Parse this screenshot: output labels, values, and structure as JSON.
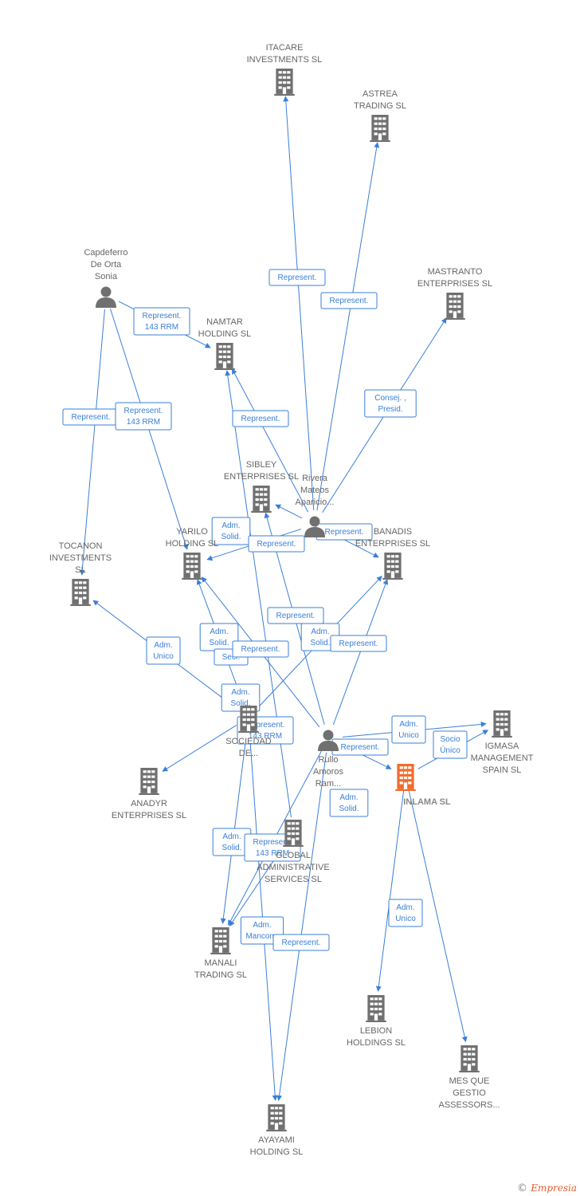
{
  "colors": {
    "edge": "#3a7fd8",
    "company": "#707070",
    "company_main": "#f26c2c",
    "person": "#707070",
    "label": "#666666"
  },
  "nodes": [
    {
      "id": "itacare",
      "type": "company",
      "label": [
        "ITACARE",
        "INVESTMENTS SL"
      ]
    },
    {
      "id": "astrea",
      "type": "company",
      "label": [
        "ASTREA",
        "TRADING SL"
      ]
    },
    {
      "id": "mastranto",
      "type": "company",
      "label": [
        "MASTRANTO",
        "ENTERPRISES SL"
      ]
    },
    {
      "id": "capdeferro",
      "type": "person",
      "label": [
        "Capdeferro",
        "De Orta",
        "Sonia"
      ]
    },
    {
      "id": "namtar",
      "type": "company",
      "label": [
        "NAMTAR",
        "HOLDING SL"
      ]
    },
    {
      "id": "rivera",
      "type": "person",
      "label": [
        "Rivera",
        "Mateos",
        "Aparicio..."
      ]
    },
    {
      "id": "sibley",
      "type": "company",
      "label": [
        "SIBLEY",
        "ENTERPRISES SL"
      ]
    },
    {
      "id": "yarilo",
      "type": "company",
      "label": [
        "YARILO",
        "HOLDING SL"
      ]
    },
    {
      "id": "banadis",
      "type": "company",
      "label": [
        "BANADIS",
        "ENTERPRISES SL"
      ]
    },
    {
      "id": "tocanon",
      "type": "company",
      "label": [
        "TOCANON",
        "INVESTMENTS",
        "SL"
      ]
    },
    {
      "id": "sociedad",
      "type": "company",
      "label": [
        "SOCIEDAD",
        "DE..."
      ]
    },
    {
      "id": "igmasa",
      "type": "company",
      "label": [
        "IGMASA",
        "MANAGEMENT",
        "SPAIN SL"
      ]
    },
    {
      "id": "rullo",
      "type": "person",
      "label": [
        "Rullo",
        "Amoros",
        "Ram..."
      ]
    },
    {
      "id": "inlama",
      "type": "main",
      "label": [
        "INLAMA  SL"
      ]
    },
    {
      "id": "anadyr",
      "type": "company",
      "label": [
        "ANADYR",
        "ENTERPRISES SL"
      ]
    },
    {
      "id": "global",
      "type": "company",
      "label": [
        "GLOBAL",
        "ADMINISTRATIVE",
        "SERVICES  SL"
      ]
    },
    {
      "id": "manali",
      "type": "company",
      "label": [
        "MANALI",
        "TRADING SL"
      ]
    },
    {
      "id": "lebion",
      "type": "company",
      "label": [
        "LEBION",
        "HOLDINGS SL"
      ]
    },
    {
      "id": "mesque",
      "type": "company",
      "label": [
        "MES QUE",
        "GESTIO",
        "ASSESSORS..."
      ]
    },
    {
      "id": "ayayami",
      "type": "company",
      "label": [
        "AYAYAMI",
        "HOLDING SL"
      ]
    }
  ],
  "edges": [
    {
      "from": "rivera",
      "to": "itacare",
      "label": [
        "Represent."
      ]
    },
    {
      "from": "rivera",
      "to": "astrea",
      "label": [
        "Represent."
      ]
    },
    {
      "from": "rivera",
      "to": "mastranto",
      "label": [
        "Consej. ,",
        "Presid."
      ]
    },
    {
      "from": "capdeferro",
      "to": "namtar",
      "label": [
        "Represent.",
        "143 RRM"
      ]
    },
    {
      "from": "capdeferro",
      "to": "tocanon",
      "label": [
        "Represent."
      ]
    },
    {
      "from": "capdeferro",
      "to": "yarilo",
      "label": [
        "Represent.",
        "143 RRM"
      ]
    },
    {
      "from": "rivera",
      "to": "namtar",
      "label": [
        "Represent."
      ]
    },
    {
      "from": "rivera",
      "to": "sibley",
      "label": [
        "Adm.",
        "Solid."
      ]
    },
    {
      "from": "rivera",
      "to": "yarilo",
      "label": [
        "Represent."
      ]
    },
    {
      "from": "rivera",
      "to": "banadis",
      "label": [
        "Represent."
      ]
    },
    {
      "from": "sociedad",
      "to": "tocanon",
      "label": [
        "Adm.",
        "Unico"
      ]
    },
    {
      "from": "sociedad",
      "to": "yarilo",
      "label": [
        "Adm.",
        "Solid."
      ]
    },
    {
      "from": "sociedad",
      "to": "anadyr",
      "label": [
        "Secr."
      ]
    },
    {
      "from": "sociedad",
      "to": "banadis",
      "label": [
        "Adm.",
        "Solid."
      ]
    },
    {
      "from": "rullo",
      "to": "igmasa",
      "label": [
        "Adm.",
        "Unico"
      ]
    },
    {
      "from": "inlama",
      "to": "igmasa",
      "label": [
        "Socio",
        "Único"
      ]
    },
    {
      "from": "rullo",
      "to": "inlama",
      "label": [
        "Represent."
      ]
    },
    {
      "from": "rullo",
      "to": "yarilo",
      "label": [
        "Represent.",
        "143 RRM"
      ]
    },
    {
      "from": "rullo",
      "to": "banadis",
      "label": [
        "Represent."
      ]
    },
    {
      "from": "rullo",
      "to": "sibley",
      "label": [
        "Represent."
      ]
    },
    {
      "from": "inlama",
      "to": "lebion",
      "label": [
        "Adm.",
        "Solid."
      ]
    },
    {
      "from": "inlama",
      "to": "mesque",
      "label": [
        "Adm.",
        "Unico"
      ]
    },
    {
      "from": "global",
      "to": "namtar",
      "label": [
        "Adm.",
        "Solid."
      ]
    },
    {
      "from": "global",
      "to": "manali",
      "label": [
        "Represent.",
        "143 RRM"
      ]
    },
    {
      "from": "rullo",
      "to": "manali",
      "label": [
        "Adm.",
        "Mancom."
      ]
    },
    {
      "from": "rullo",
      "to": "ayayami",
      "label": [
        "Represent."
      ]
    },
    {
      "from": "sociedad",
      "to": "manali",
      "label": [
        "Adm.",
        "Solid."
      ]
    },
    {
      "from": "sociedad",
      "to": "ayayami",
      "label": [
        "Represent."
      ]
    }
  ],
  "footer": {
    "copyright": "©",
    "brand": "Empresia"
  }
}
